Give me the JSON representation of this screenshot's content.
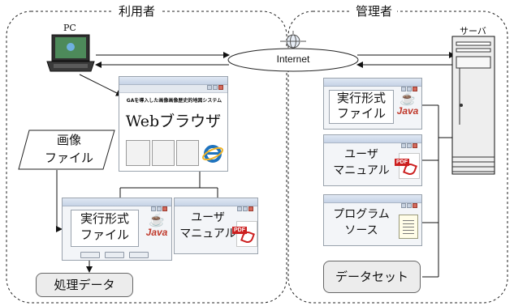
{
  "regions": {
    "user": {
      "title": "利用者"
    },
    "admin": {
      "title": "管理者"
    }
  },
  "network": {
    "pc_label": "PC",
    "internet_label": "Internet",
    "server_label": "サーバ"
  },
  "browser": {
    "header_text": "GAを導入した画像画像歴史的地図システム",
    "title": "Webブラウザ"
  },
  "image_file": {
    "line1": "画像",
    "line2": "ファイル"
  },
  "user_exec": {
    "line1": "実行形式",
    "line2": "ファイル",
    "java_text": "Java"
  },
  "user_manual": {
    "line1": "ユーザ",
    "line2": "マニュアル",
    "pdf_tag": "PDF"
  },
  "processed_data": {
    "label": "処理データ"
  },
  "admin_exec": {
    "line1": "実行形式",
    "line2": "ファイル",
    "java_text": "Java"
  },
  "admin_manual": {
    "line1": "ユーザ",
    "line2": "マニュアル",
    "pdf_tag": "PDF"
  },
  "program_source": {
    "line1": "プログラム",
    "line2": "ソース"
  },
  "dataset": {
    "label": "データセット"
  },
  "icons": {
    "pc": "laptop-icon",
    "server": "server-tower-icon",
    "globe": "globe-network-icon",
    "ie": "internet-explorer-icon",
    "java": "java-icon",
    "pdf": "pdf-icon",
    "notepad": "notepad-icon"
  },
  "colors": {
    "java_orange": "#d9791d",
    "pdf_red": "#cc1f1f",
    "ie_blue": "#1e73be",
    "panel_gray": "#ececec"
  }
}
